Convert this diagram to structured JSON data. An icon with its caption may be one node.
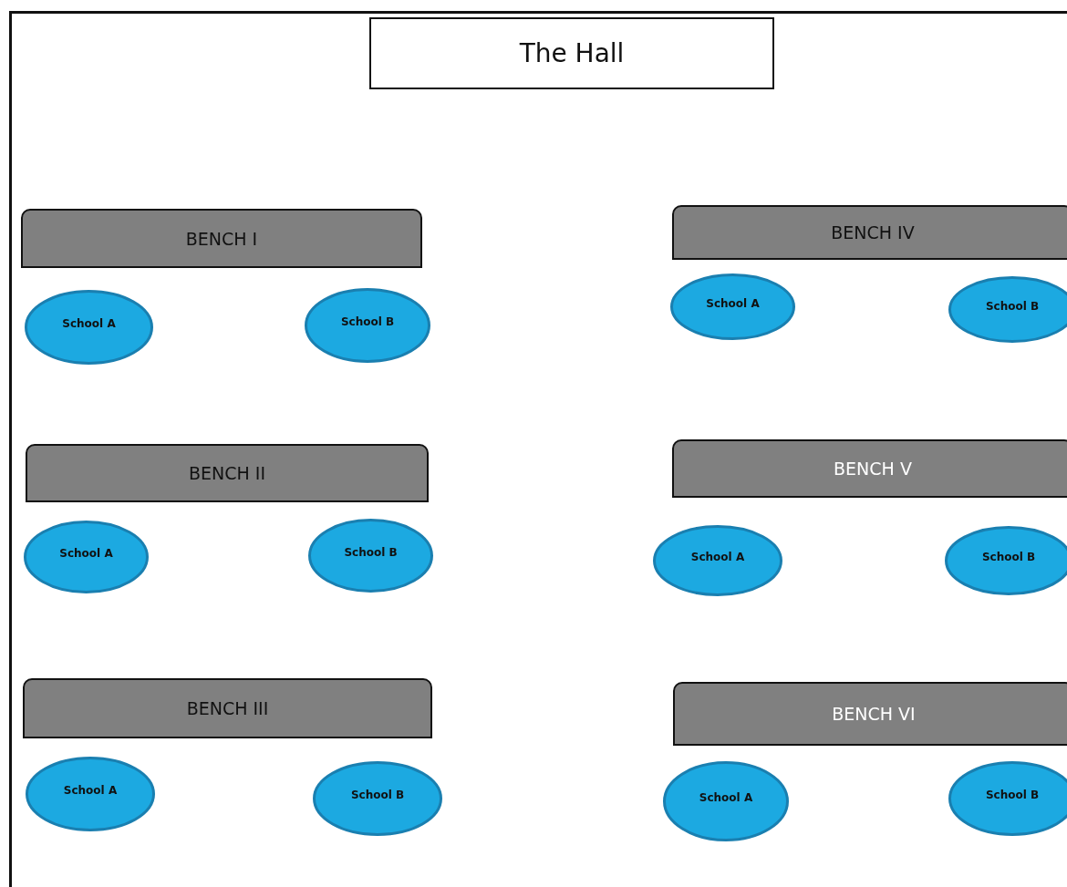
{
  "diagram": {
    "nodes": [
      {
        "text": [
          "The Hall"
        ]
      },
      {
        "text": [
          "BENCH I"
        ]
      },
      {
        "text": [
          "BENCH IV"
        ]
      },
      {
        "text": [
          "School A"
        ]
      },
      {
        "text": [
          "School B"
        ]
      },
      {
        "text": [
          "School A"
        ]
      },
      {
        "text": [
          "School B"
        ]
      },
      {
        "text": [
          "BENCH II"
        ]
      },
      {
        "text": [
          "BENCH V"
        ]
      },
      {
        "text": [
          "School A"
        ]
      },
      {
        "text": [
          "School B"
        ]
      },
      {
        "text": [
          "School A"
        ]
      },
      {
        "text": [
          "School B"
        ]
      },
      {
        "text": [
          "BENCH III"
        ]
      },
      {
        "text": [
          "BENCH VI"
        ]
      },
      {
        "text": [
          "School A"
        ]
      },
      {
        "text": [
          "School B"
        ]
      },
      {
        "text": [
          "School A"
        ]
      },
      {
        "text": [
          "School B"
        ]
      }
    ]
  }
}
